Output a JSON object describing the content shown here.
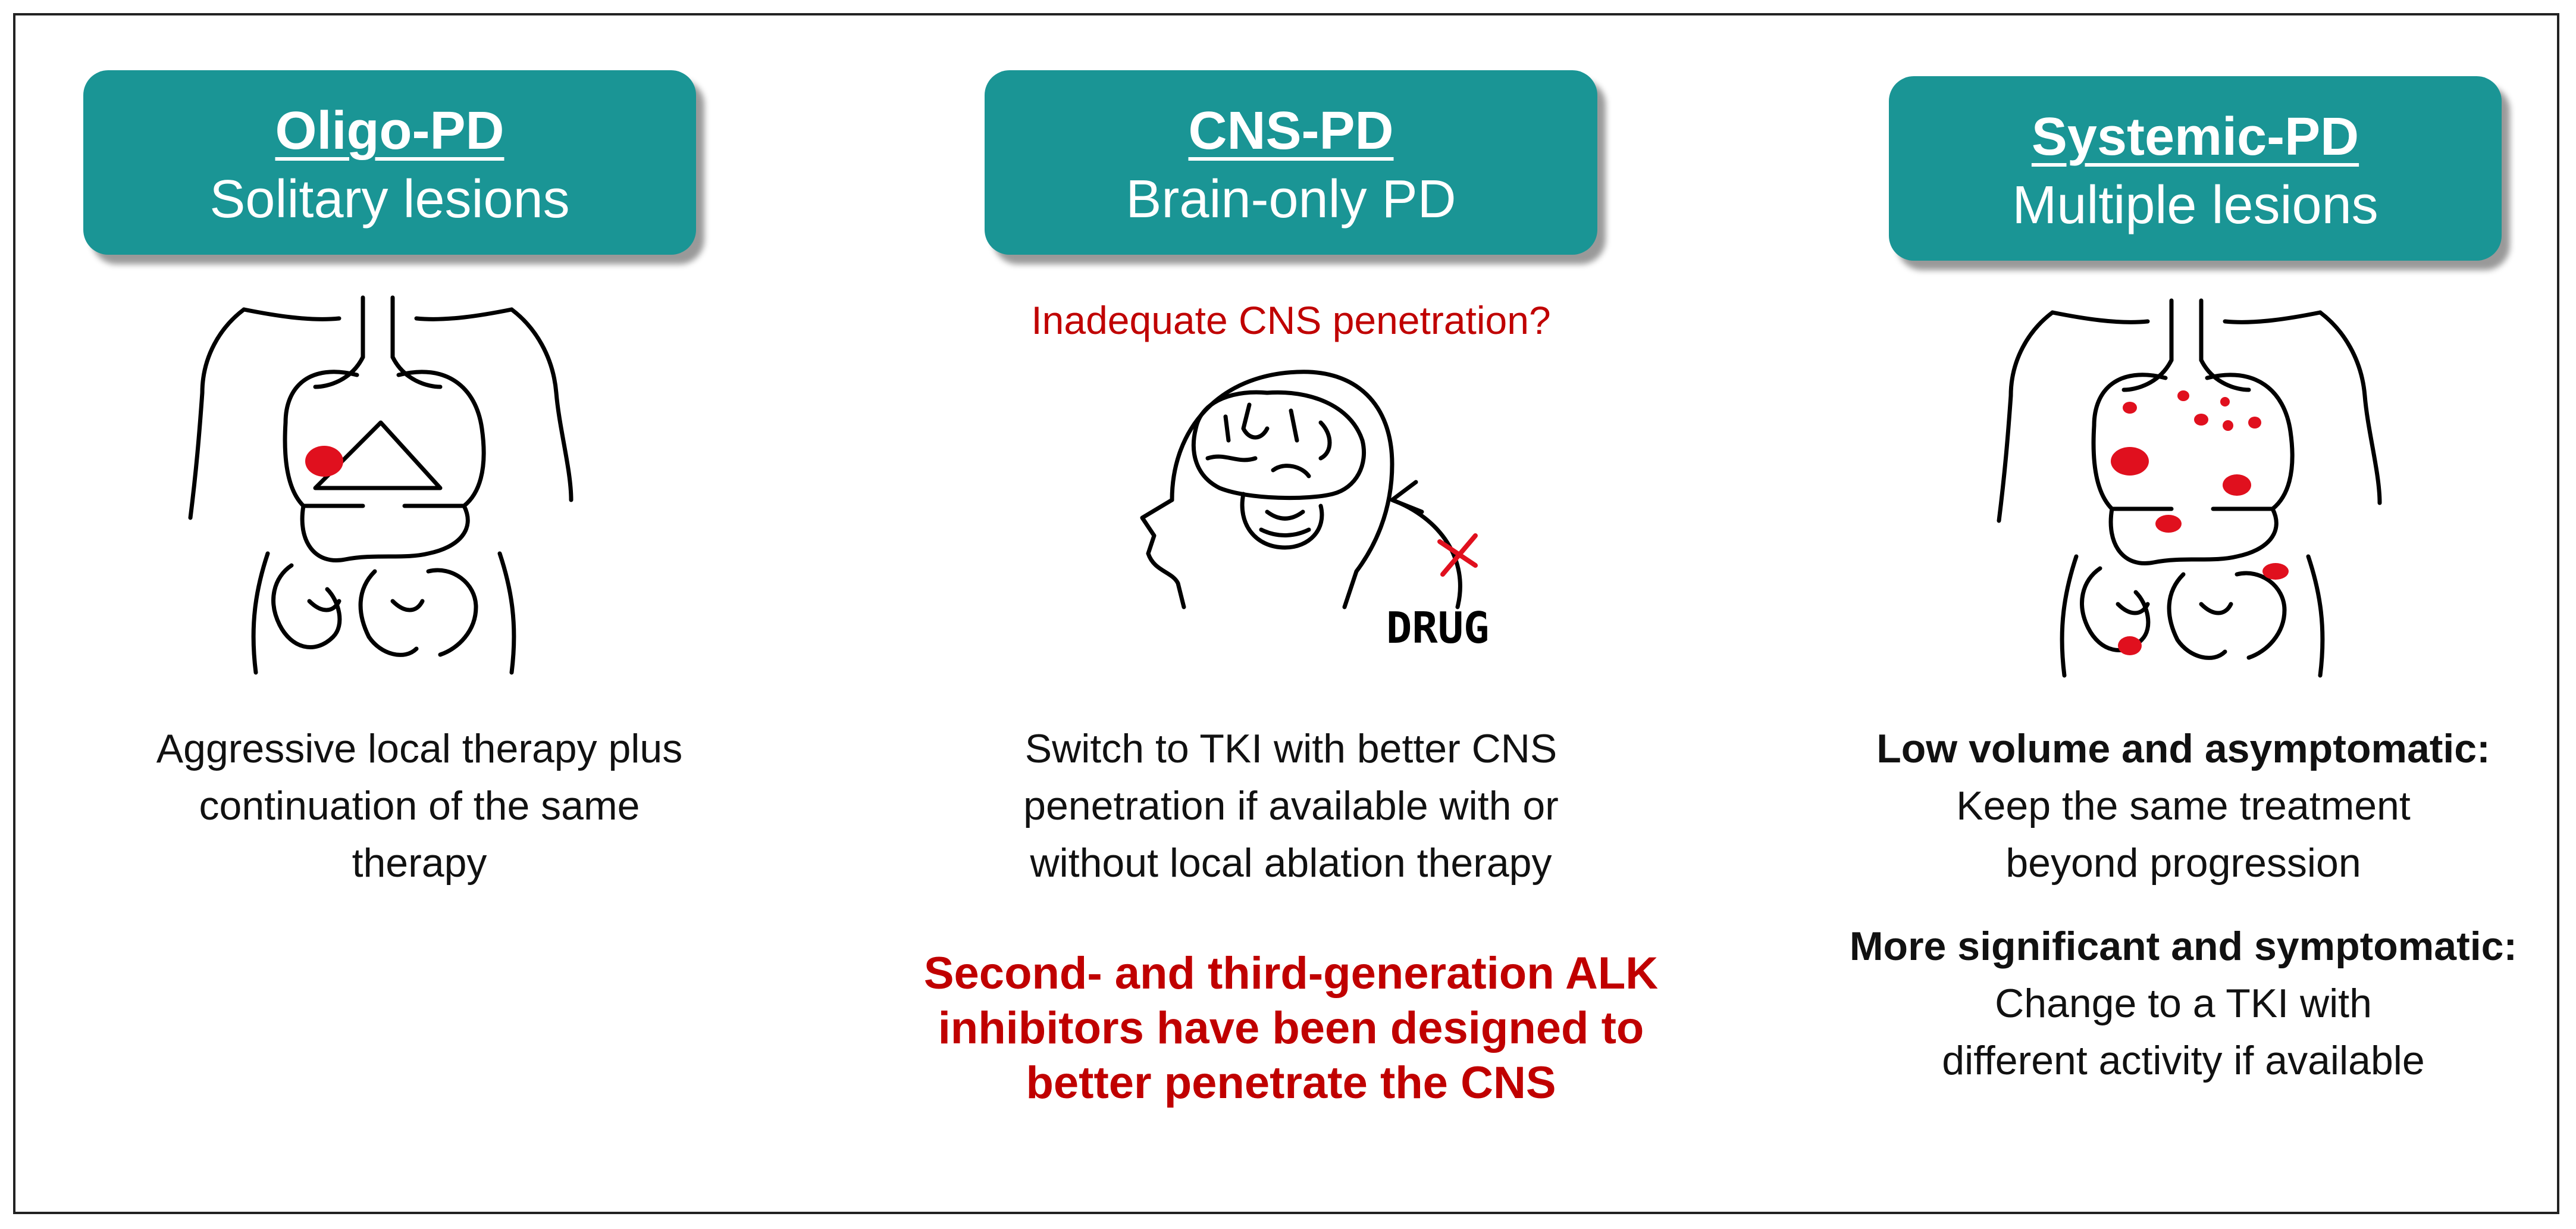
{
  "panels": [
    {
      "id": "oligo",
      "title": "Oligo-PD",
      "subtitle": "Solitary lesions",
      "description_lines": [
        "Aggressive local therapy plus",
        "continuation of the same",
        "therapy"
      ]
    },
    {
      "id": "cns",
      "title": "CNS-PD",
      "subtitle": "Brain-only PD",
      "note": "Inadequate CNS penetration?",
      "drug_label": "DRUG",
      "description_lines": [
        "Switch to TKI with better CNS",
        "penetration if available with or",
        "without local ablation therapy"
      ],
      "highlight_lines": [
        "Second- and third-generation ALK",
        "inhibitors have been designed to",
        "better penetrate the CNS"
      ]
    },
    {
      "id": "systemic",
      "title": "Systemic-PD",
      "subtitle": "Multiple lesions",
      "groups": [
        {
          "heading": "Low volume and asymptomatic:",
          "lines": [
            "Keep the same treatment",
            "beyond progression"
          ]
        },
        {
          "heading": "More significant and symptomatic:",
          "lines": [
            "Change to a TKI with",
            "different activity if available"
          ]
        }
      ]
    }
  ],
  "colors": {
    "header_bg": "#1a9595",
    "lesion": "#e0101e",
    "emphasis": "#c00000"
  },
  "icons": [
    "torso-outline-icon",
    "brain-head-icon",
    "drug-arrow-icon"
  ]
}
